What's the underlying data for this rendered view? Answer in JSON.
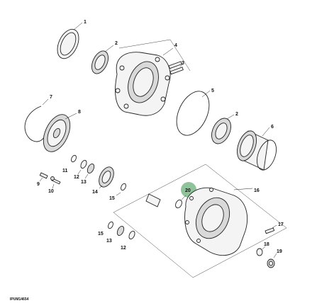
{
  "figure": {
    "reference_code": "IPUM14654",
    "highlight_color": "#8fc49a"
  },
  "callouts": [
    {
      "id": "1",
      "text": "1"
    },
    {
      "id": "2a",
      "text": "2"
    },
    {
      "id": "3",
      "text": "3"
    },
    {
      "id": "4",
      "text": "4"
    },
    {
      "id": "5",
      "text": "5"
    },
    {
      "id": "2b",
      "text": "2"
    },
    {
      "id": "6",
      "text": "6"
    },
    {
      "id": "7",
      "text": "7"
    },
    {
      "id": "8",
      "text": "8"
    },
    {
      "id": "9",
      "text": "9"
    },
    {
      "id": "10",
      "text": "10"
    },
    {
      "id": "11",
      "text": "11"
    },
    {
      "id": "12a",
      "text": "12"
    },
    {
      "id": "13a",
      "text": "13"
    },
    {
      "id": "14",
      "text": "14"
    },
    {
      "id": "15a",
      "text": "15"
    },
    {
      "id": "16",
      "text": "16"
    },
    {
      "id": "15b",
      "text": "15"
    },
    {
      "id": "13b",
      "text": "13"
    },
    {
      "id": "12b",
      "text": "12"
    },
    {
      "id": "17",
      "text": "17"
    },
    {
      "id": "18",
      "text": "18"
    },
    {
      "id": "19",
      "text": "19"
    },
    {
      "id": "20",
      "text": "20",
      "highlighted": true
    }
  ]
}
